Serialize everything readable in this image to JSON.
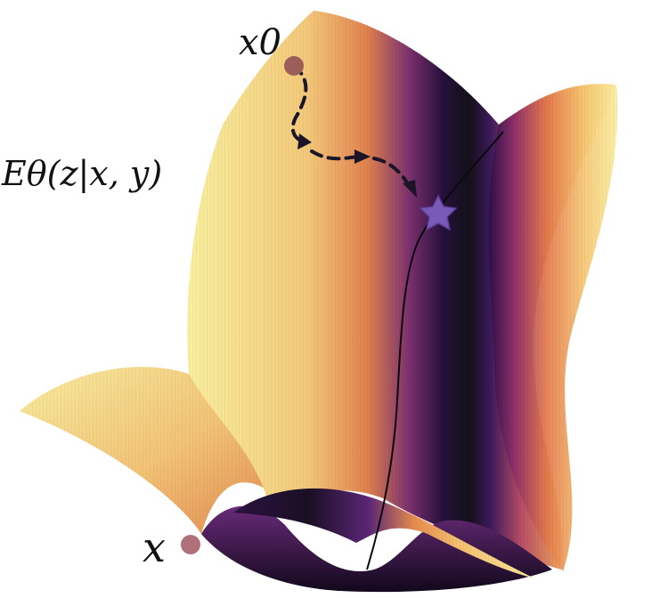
{
  "labels": {
    "start": "x0",
    "energy": "Eθ(z|x, y)",
    "input": "x"
  },
  "colors": {
    "surface_light": "#f6eb9a",
    "surface_mid": "#e07a48",
    "surface_dark": "#4b1e6b",
    "surface_darkest": "#14091f",
    "start_point": "#9b5e58",
    "input_point": "#b0707a",
    "optimum_star": "#7a5ab8",
    "path": "#1a1528"
  },
  "icons": {
    "start": "circle-marker",
    "optimum": "star-marker",
    "input": "circle-marker"
  }
}
